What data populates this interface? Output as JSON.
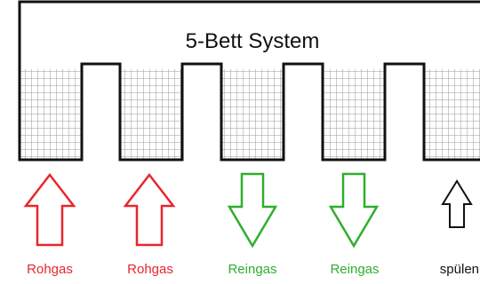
{
  "diagram": {
    "title": "5-Bett System",
    "colors": {
      "outline": "#111111",
      "grid": "#999999",
      "raw_gas": "#e8262d",
      "clean_gas": "#2fae2f",
      "purge": "#111111"
    },
    "beds": [
      {
        "label": "Rohgas",
        "flow": "up",
        "color": "#e8262d",
        "arrow": "red-up-arrow-icon"
      },
      {
        "label": "Rohgas",
        "flow": "up",
        "color": "#e8262d",
        "arrow": "red-up-arrow-icon"
      },
      {
        "label": "Reingas",
        "flow": "down",
        "color": "#2fae2f",
        "arrow": "green-down-arrow-icon"
      },
      {
        "label": "Reingas",
        "flow": "down",
        "color": "#2fae2f",
        "arrow": "green-down-arrow-icon"
      },
      {
        "label": "spülen",
        "flow": "up",
        "color": "#111111",
        "arrow": "black-up-arrow-icon"
      }
    ]
  }
}
